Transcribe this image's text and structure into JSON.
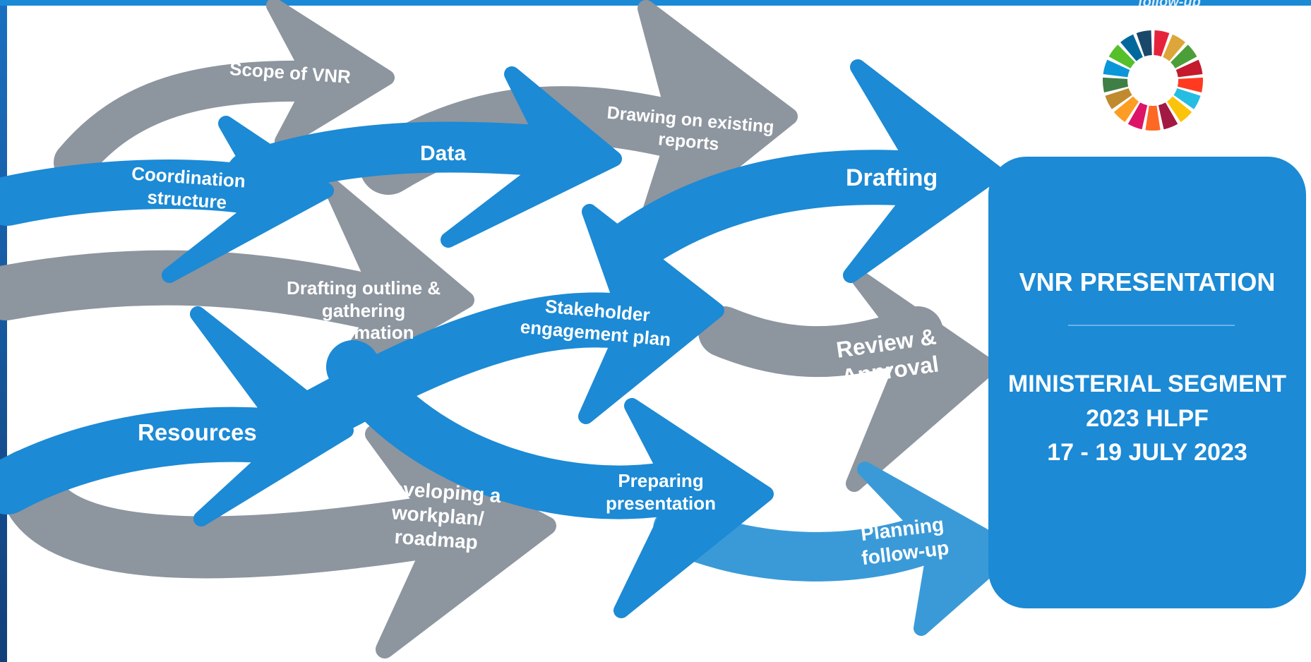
{
  "header": {
    "truncated_text": "follow-up"
  },
  "diagram": {
    "steps": {
      "scope": "Scope of VNR",
      "coordination": "Coordination\nstructure",
      "data": "Data",
      "drawing_reports": "Drawing on existing\nreports",
      "drafting": "Drafting",
      "outline": "Drafting outline &\ngathering\ninformation",
      "stakeholder": "Stakeholder\nengagement plan",
      "review": "Review &\nApproval",
      "resources": "Resources",
      "workplan": "Developing a\nworkplan/\nroadmap",
      "presentation_prep": "Preparing\npresentation",
      "followup": "Planning\nfollow-up"
    },
    "colors": {
      "blue": "#1c8ad5",
      "light_blue": "#3a9ad8",
      "gray": "#8d959f",
      "white": "#ffffff"
    }
  },
  "panel": {
    "title": "VNR PRESENTATION",
    "line1": "MINISTERIAL SEGMENT",
    "line2": "2023 HLPF",
    "line3": "17 - 19 JULY 2023"
  },
  "logo": {
    "icon": "sdg-wheel-icon",
    "colors": [
      "#e5243b",
      "#dda63a",
      "#4c9f38",
      "#c5192d",
      "#ff3a21",
      "#26bde2",
      "#fcc30b",
      "#a21942",
      "#fd6925",
      "#dd1367",
      "#fd9d24",
      "#bf8b2e",
      "#3f7e44",
      "#0a97d9",
      "#56c02b",
      "#00689d",
      "#19486a"
    ]
  }
}
